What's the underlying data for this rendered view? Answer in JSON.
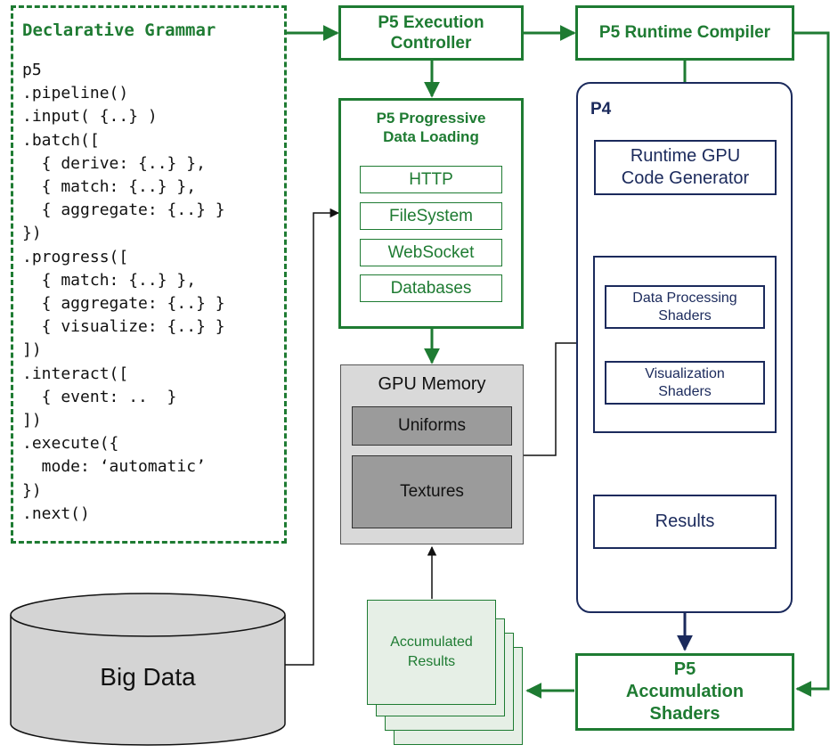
{
  "grammar": {
    "title": "Declarative Grammar",
    "code": [
      "p5",
      ".pipeline()",
      ".input( {..} )",
      ".batch([",
      "  { derive: {..} },",
      "  { match: {..} },",
      "  { aggregate: {..} }",
      "})",
      ".progress([",
      "  { match: {..} },",
      "  { aggregate: {..} }",
      "  { visualize: {..} }",
      "])",
      ".interact([",
      "  { event: ..  }",
      "])",
      ".execute({",
      "  mode: ‘automatic’",
      "})",
      ".next()"
    ]
  },
  "execution_controller": {
    "label": "P5 Execution Controller"
  },
  "runtime_compiler": {
    "label": "P5 Runtime Compiler"
  },
  "progressive_loading": {
    "title": "P5 Progressive Data Loading",
    "sources": [
      "HTTP",
      "FileSystem",
      "WebSocket",
      "Databases"
    ]
  },
  "p4": {
    "label": "P4",
    "code_generator": "Runtime GPU Code Generator",
    "shaders": [
      "Data Processing Shaders",
      "Visualization Shaders"
    ],
    "results": "Results"
  },
  "gpu_memory": {
    "title": "GPU Memory",
    "uniforms": "Uniforms",
    "textures": "Textures"
  },
  "accumulated_results": "Accumulated Results",
  "accumulation_shaders": "P5 Accumulation Shaders",
  "big_data": "Big Data",
  "colors": {
    "green": "#1e7b32",
    "navy": "#1b2a5c",
    "gray": "#d9d9d9",
    "dark_gray": "#9b9b9b"
  }
}
